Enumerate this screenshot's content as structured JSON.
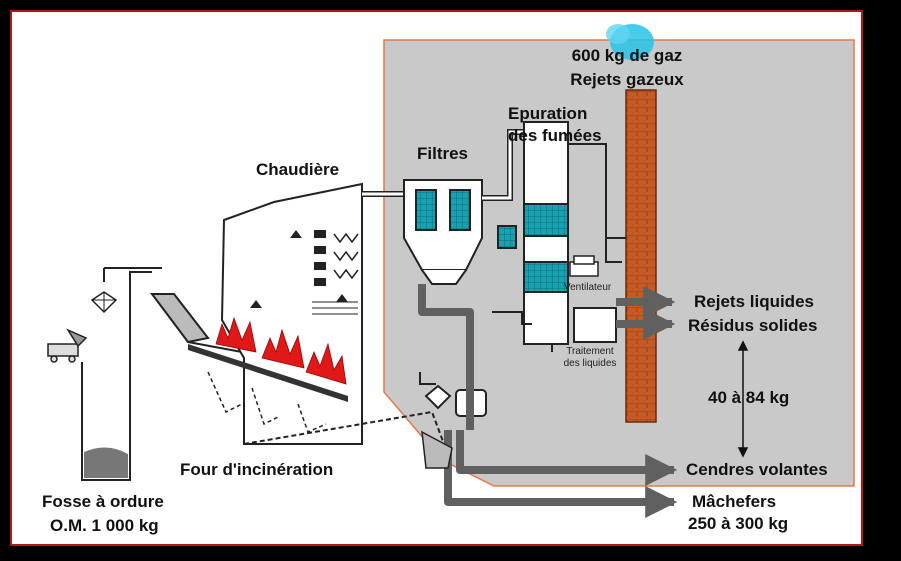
{
  "labels": {
    "gas_amount": "600 kg de gaz",
    "gas_emissions": "Rejets gazeux",
    "fume_treatment_1": "Epuration",
    "fume_treatment_2": "des fumées",
    "filters": "Filtres",
    "boiler": "Chaudière",
    "fan": "Ventilateur",
    "liquid_treatment_1": "Traitement",
    "liquid_treatment_2": "des liquides",
    "liquid_waste": "Rejets liquides",
    "solid_residues": "Résidus solides",
    "residue_range": "40 à 84 kg",
    "incinerator": "Four d'incinération",
    "fly_ash": "Cendres volantes",
    "bottom_ash": "Mâchefers",
    "bottom_ash_range": "250 à 300 kg",
    "pit_1": "Fosse à ordure",
    "pit_2": "O.M. 1 000 kg"
  },
  "colors": {
    "background": "#000000",
    "panel": "#ffffff",
    "border": "#b01818",
    "gray_zone": "#c9c9c9",
    "zone_outline": "#e07a4a",
    "chimney": "#c55a25",
    "filter_teal": "#1aa0b0",
    "flame_red": "#e01818",
    "arrow_gray": "#606060",
    "smoke_blue": "#29c3e8"
  }
}
